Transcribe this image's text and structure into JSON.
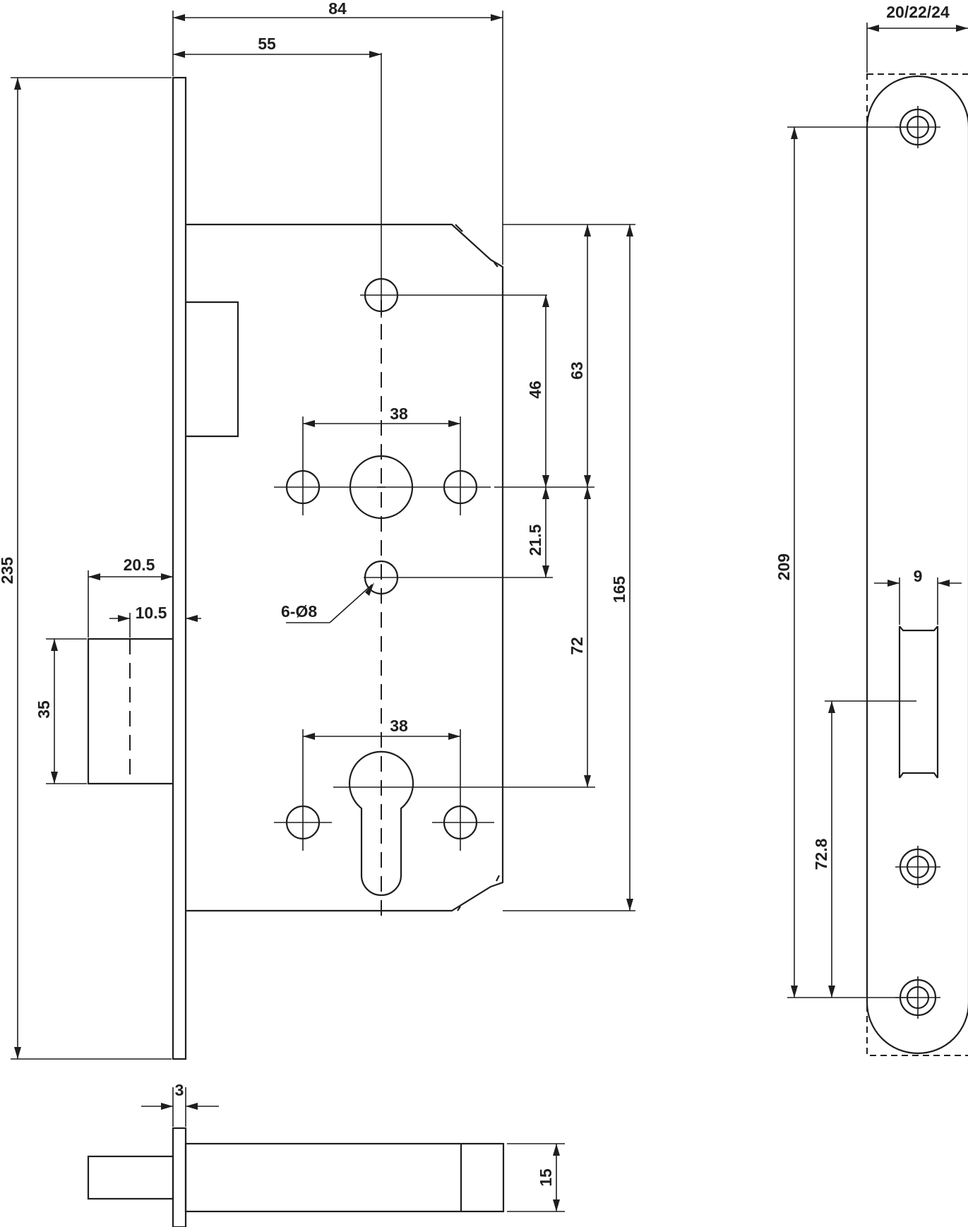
{
  "dimensions": {
    "overall_width": "84",
    "backset": "55",
    "height_235": "235",
    "latch_dist": "20.5",
    "latch_offset": "10.5",
    "latch_height": "35",
    "spindle_to_top": "46",
    "top_to_center": "63",
    "body_height": "165",
    "screw_spacing_upper": "38",
    "lower_hole_dist": "21.5",
    "center_to_cylinder": "72",
    "hole_callout": "6-Ø8",
    "screw_spacing_lower": "38",
    "faceplate_thickness": "3",
    "bolt_height": "15",
    "faceplate_width": "20/22/24",
    "faceplate_hole_spacing": "209",
    "slot_width": "9",
    "slot_to_hole": "72.8"
  }
}
